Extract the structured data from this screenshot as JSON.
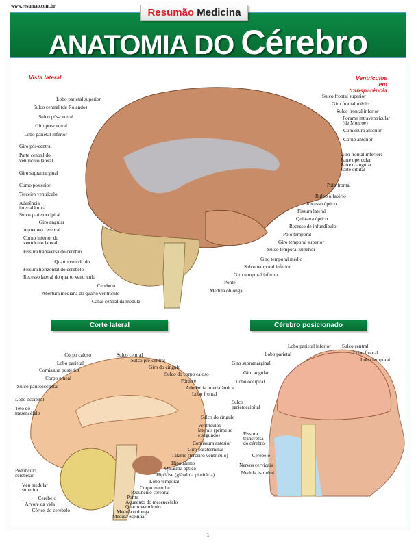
{
  "site": "www.resumao.com.br",
  "badge": {
    "brand": "Resumão",
    "subject": "Medicina"
  },
  "title": {
    "part1": "ANATOMIA DO",
    "part2": "Cérebro"
  },
  "lateral": {
    "heading_left": "Vista lateral",
    "heading_right_1": "Ventrículos",
    "heading_right_2": "em transparência",
    "left": [
      "Lobo parietal superior",
      "Sulco central (de Rolando)",
      "Sulco pós-central",
      "Giro pré-central",
      "Lobo parietal inferior",
      "Giro pós-central",
      "Parte central do",
      "ventrículo lateral",
      "Giro supramarginal",
      "Como posterior",
      "Terceiro ventrículo",
      "Aderência",
      "intertalâmica",
      "Sulco parietoccipital",
      "Giro angular",
      "Aqueduto cerebral",
      "Corno inferior do",
      "ventrículo lateral",
      "Fissura transversa do cérebro",
      "Quarto ventrículo",
      "Fissura horizontal do cerebelo",
      "Recesso lateral do quarto ventrículo",
      "Cerebelo",
      "Abertura mediana do quarto ventrículo",
      "Canal central da medula"
    ],
    "right": [
      "Sulco frontal superior",
      "Giro frontal médio",
      "Sulco frontal inferior",
      "Forame intraventricular",
      "(de Monroe)",
      "Comissura anterior",
      "Corno anterior",
      "Giro frontal inferior:",
      "Parte opercular",
      "Parte triangular",
      "Parte orbital",
      "Polo frontal",
      "Bulbo olfatório",
      "Recesso óptico",
      "Fissura lateral",
      "Quiasma óptico",
      "Recesso de infundíbulo",
      "Polo temporal",
      "Giro temporal superior",
      "Sulco temporal superior",
      "Giro temporal médio",
      "Sulco temporal inferior",
      "Giro temporal inferior",
      "Ponte",
      "Medula oblonga"
    ]
  },
  "corte": {
    "heading": "Corte lateral",
    "labels": [
      "Corpo caloso",
      "Lobo parietal",
      "Comissura posterior",
      "Corpo pineal",
      "Sulco parietoccipital",
      "Lobo occipital",
      "Teto do",
      "mesencéfalo",
      "Pedúnculo",
      "cerebelar",
      "Véu medular",
      "superior",
      "Cerebelo",
      "Árvore da vida",
      "Córtex do cerebelo",
      "Sulco central",
      "Sulco pré-central",
      "Giro do cíngulo",
      "Sulco do corpo caloso",
      "Fórnice",
      "Aderência intertalâmica",
      "Lobo frontal",
      "Sulco do cíngulo",
      "Ventrículos",
      "laterais (primeiro",
      "e segundo)",
      "Comissura anterior",
      "Giro paraterminal",
      "Tálamo (terceiro ventrículo)",
      "Hipotálamo",
      "Quiasma óptico",
      "Hipófise (glândula pituitária)",
      "Lobo temporal",
      "Corpo mamilar",
      "Pedúnculo cerebral",
      "Ponte",
      "Aqueduto do mesencéfalo",
      "Quarto ventrículo",
      "Medula oblonga",
      "Medula espinhal"
    ]
  },
  "posicionado": {
    "heading": "Cérebro posicionado",
    "labels": [
      "Lobo parietal inferior",
      "Sulco central",
      "Lobo parietal",
      "Lobo frontal",
      "Lobo temporal",
      "Giro supramarginal",
      "Giro angular",
      "Lobo occipital",
      "Sulco",
      "parietoccipital",
      "Fissura",
      "transversa",
      "do cérebro",
      "Cerebelo",
      "Nervos cervicais",
      "Medula espinhal"
    ]
  },
  "page_number": "1",
  "colors": {
    "green": "#0a7d3d",
    "red": "#d2232a",
    "frame": "#5a8fc0"
  }
}
